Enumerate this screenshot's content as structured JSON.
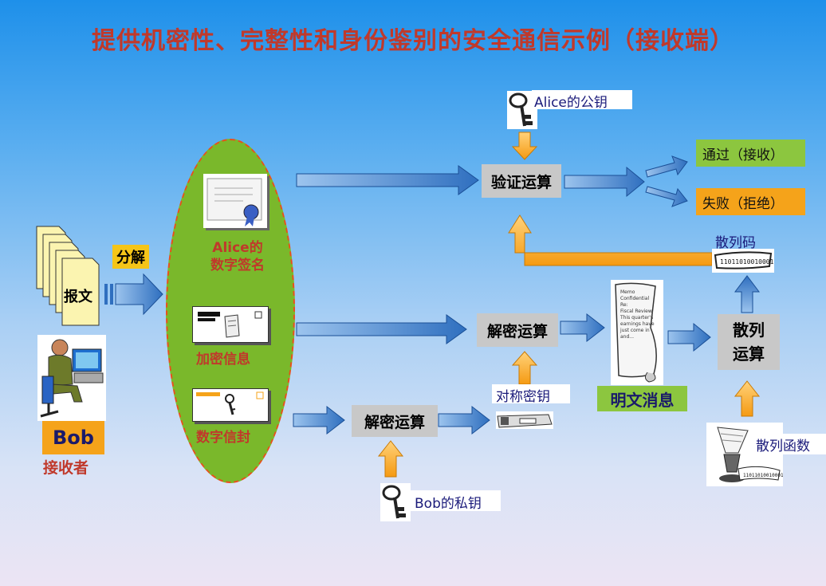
{
  "title": "提供机密性、完整性和身份鉴别的安全通信示例（接收端）",
  "receiver": {
    "name": "Bob",
    "role": "接收者"
  },
  "message": {
    "label": "报文",
    "decompose": "分解"
  },
  "ellipse": {
    "signature": "Alice的\n数字签名",
    "encrypted_info": "加密信息",
    "digital_envelope": "数字信封"
  },
  "keys": {
    "alice_public": "Alice的公钥",
    "bob_private": "Bob的私钥",
    "symmetric": "对称密钥"
  },
  "operations": {
    "verify": "验证运算",
    "decrypt_main": "解密运算",
    "decrypt_envelope": "解密运算",
    "hash": "散列\n运算"
  },
  "results": {
    "pass": "通过（接收）",
    "fail": "失败（拒绝）"
  },
  "hash": {
    "code_label": "散列码",
    "code_value": "11011010010001",
    "function_label": "散列函数"
  },
  "plaintext": {
    "label": "明文消息",
    "doc_lines": [
      "Memo",
      "Confidential",
      "Re:",
      "Fiscal Review",
      "This quarter's",
      "earnings have",
      "just come in",
      "and..."
    ]
  },
  "colors": {
    "title": "#c0392b",
    "arrow_blue": "#3d7bc4",
    "arrow_orange": "#f5a31a",
    "ellipse": "#7ab82b",
    "pass": "#8cc63f",
    "fail": "#f5a31a"
  }
}
